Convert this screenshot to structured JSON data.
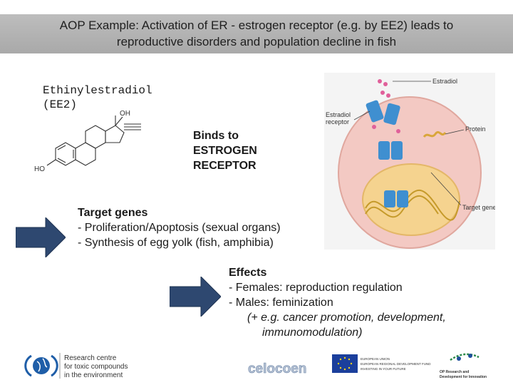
{
  "title": {
    "line1": "AOP Example: Activation of ER - estrogen receptor (e.g. by EE2) leads to",
    "line2": "reproductive disorders and population decline in fish"
  },
  "chemical": {
    "name": "Ethinylestradiol\n(EE2)",
    "oh_label": "OH",
    "ho_label": "HO"
  },
  "binds": "Binds to\nESTROGEN\nRECEPTOR",
  "target_genes": {
    "heading": "Target genes",
    "items": [
      "- Proliferation/Apoptosis (sexual organs)",
      "- Synthesis of egg yolk (fish, amphibia)"
    ]
  },
  "effects": {
    "heading": "Effects",
    "items": [
      "- Females: reproduction regulation",
      "- Males: feminization"
    ],
    "note_line1": "(+ e.g. cancer promotion, development,",
    "note_line2": "immunomodulation)"
  },
  "cell_diagram": {
    "estradiol": "Estradiol",
    "receptor_line1": "Estradiol",
    "receptor_line2": "receptor",
    "protein": "Protein",
    "target_gene": "Target gene"
  },
  "footer": {
    "recetox_line1": "Research centre",
    "recetox_line2": "for toxic compounds",
    "recetox_line3": "in the environment",
    "celocoen": "celocoen",
    "eu_line1": "EUROPEAN UNION",
    "eu_line2": "EUROPEAN REGIONAL DEVELOPMENT FUND",
    "eu_line3": "INVESTING IN YOUR FUTURE",
    "op_line1": "OP Research and",
    "op_line2": "Development for Innovation"
  },
  "colors": {
    "title_bar": "#b3b3b3",
    "arrow_fill": "#2e4870",
    "cell_fill": "#f3c9c3",
    "nucleus_fill": "#f5d38f",
    "receptor_blue": "#3f8fd0"
  }
}
